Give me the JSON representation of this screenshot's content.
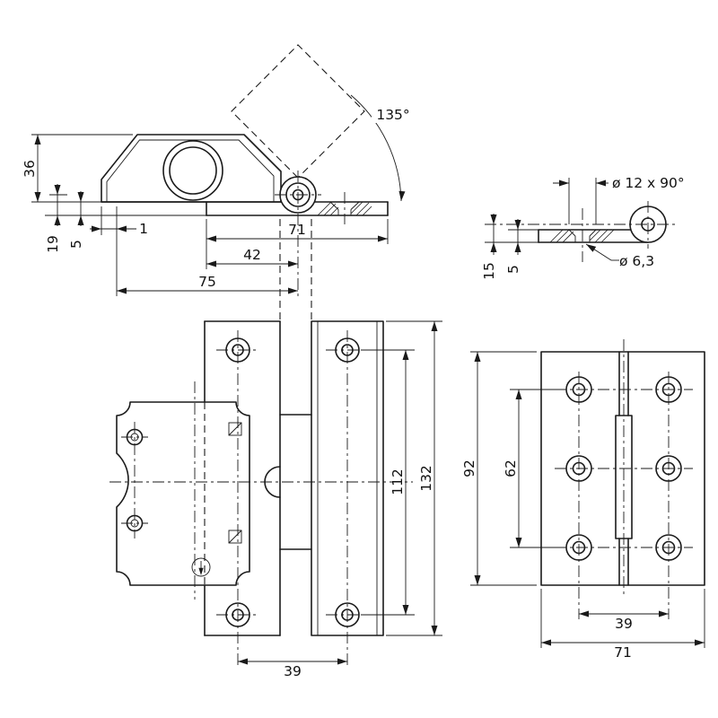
{
  "colors": {
    "line": "#1a1a1a",
    "background": "#ffffff"
  },
  "side_view": {
    "dims": {
      "d36": "36",
      "d19": "19",
      "d5": "5",
      "d1": "1",
      "d71": "71",
      "d42": "42",
      "d75": "75",
      "angle": "135°"
    }
  },
  "plate_view": {
    "dims": {
      "countersink": "ø 12 x 90°",
      "hole": "ø 6,3",
      "d15": "15",
      "d5": "5"
    }
  },
  "plan_view": {
    "dims": {
      "d112": "112",
      "d132": "132",
      "d39": "39"
    }
  },
  "front_view": {
    "dims": {
      "d92": "92",
      "d62": "62",
      "d39": "39",
      "d71": "71"
    }
  }
}
